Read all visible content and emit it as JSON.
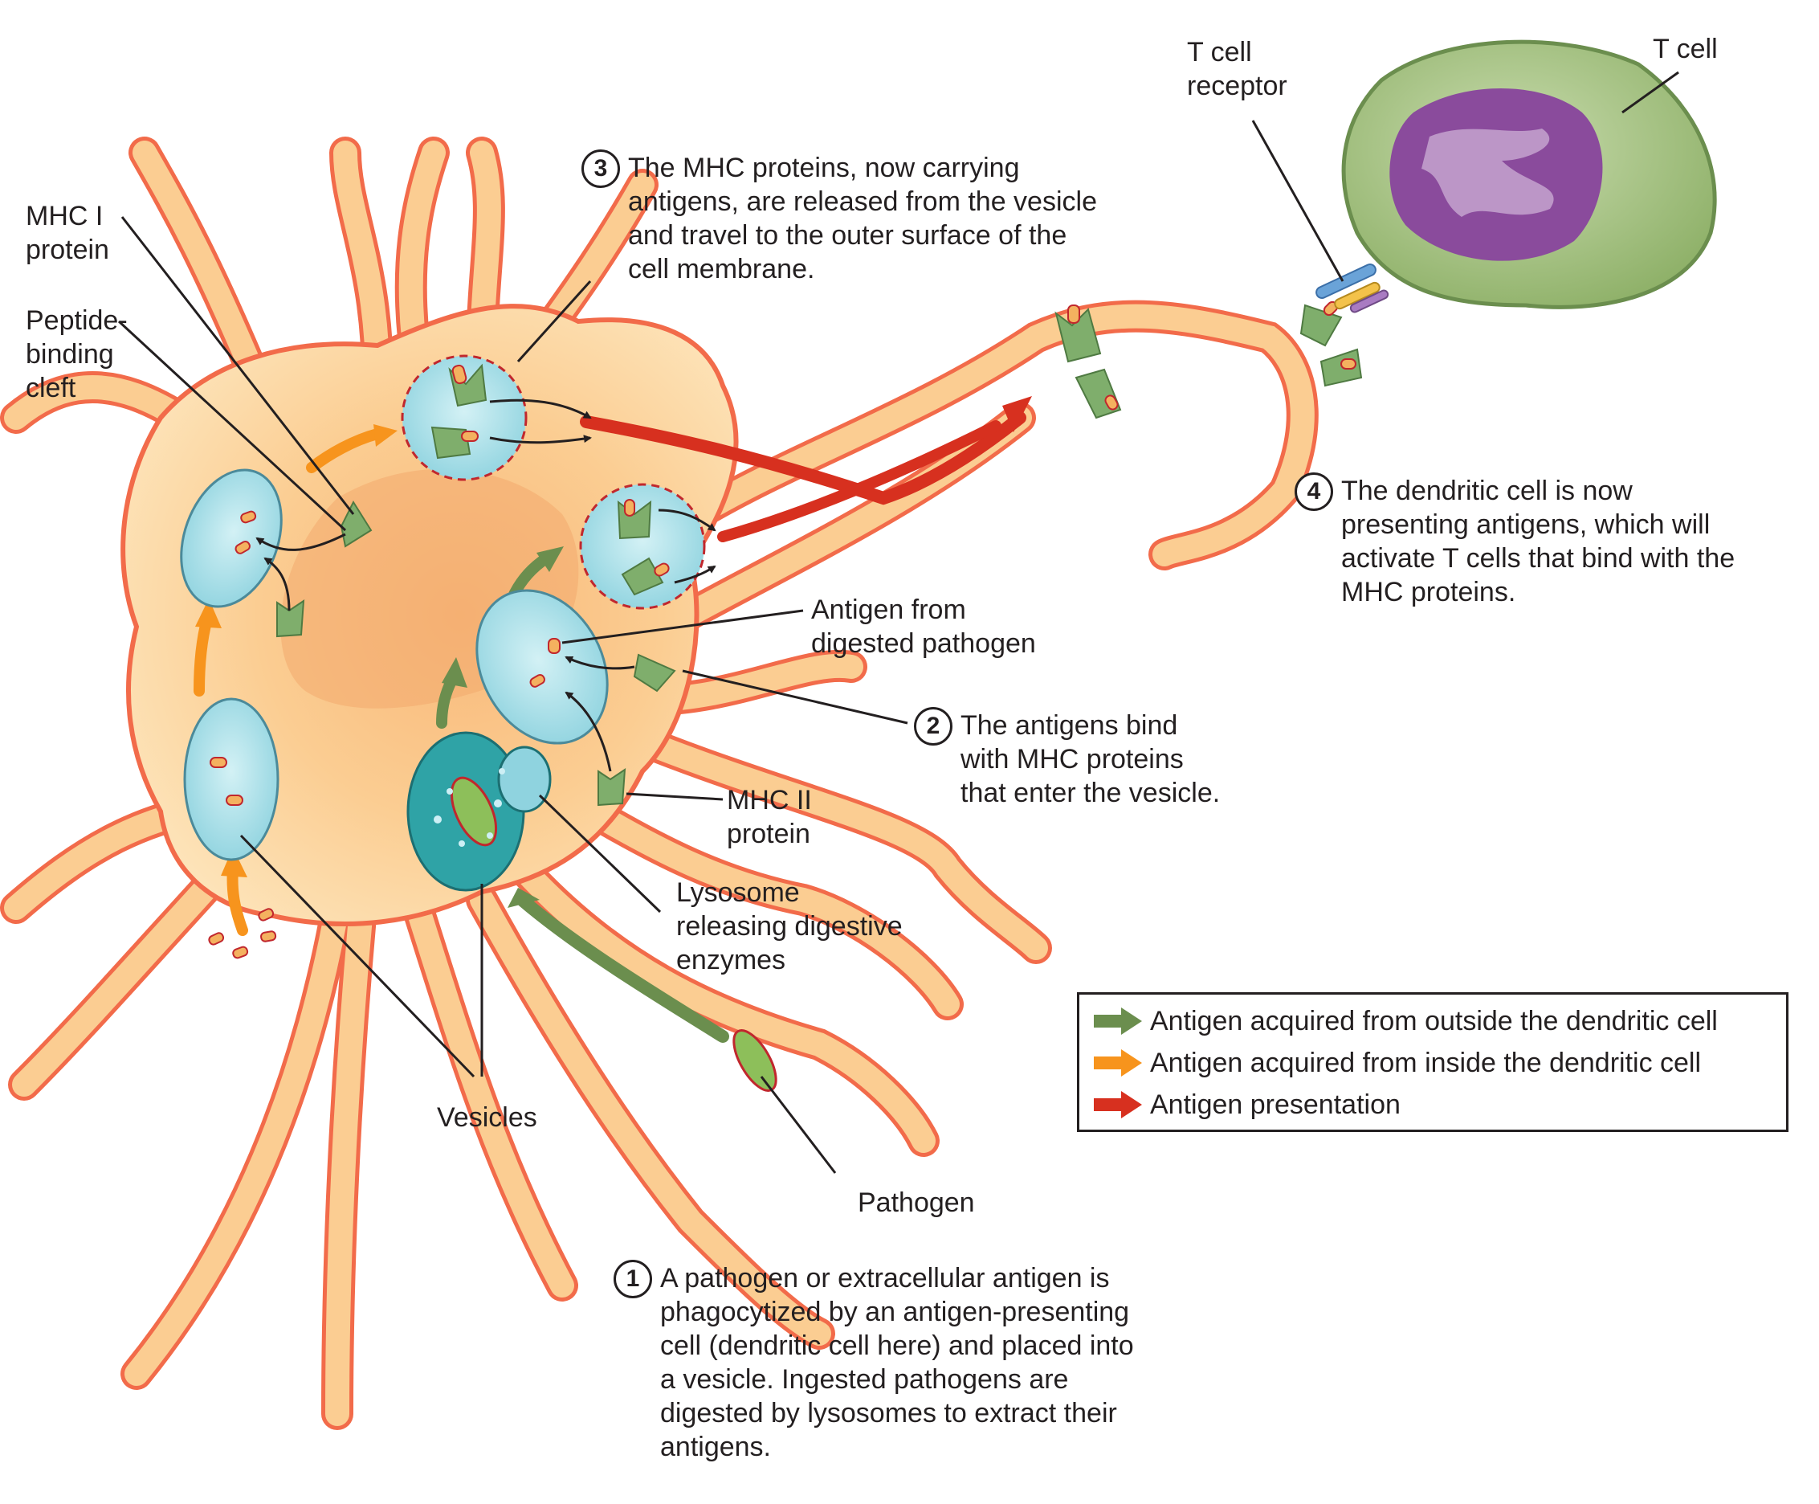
{
  "labels": {
    "mhc1": "MHC I\nprotein",
    "peptide_cleft": "Peptide-\nbinding\ncleft",
    "t_cell_receptor": "T cell\nreceptor",
    "t_cell": "T cell",
    "antigen_digested": "Antigen from\ndigested pathogen",
    "mhc2": "MHC II\nprotein",
    "lysosome": "Lysosome\nreleasing digestive\nenzymes",
    "vesicles": "Vesicles",
    "pathogen": "Pathogen"
  },
  "steps": [
    {
      "number": "1",
      "text": "A pathogen or extracellular antigen is\nphagocytized by an antigen-presenting\ncell (dendritic cell here) and placed into\na vesicle. Ingested pathogens are\ndigested by lysosomes to extract their\nantigens."
    },
    {
      "number": "2",
      "text": "The antigens bind\nwith MHC proteins\nthat enter the vesicle."
    },
    {
      "number": "3",
      "text": "The MHC proteins, now carrying\nantigens, are released from the vesicle\nand travel to the outer surface of the\ncell membrane."
    },
    {
      "number": "4",
      "text": "The dendritic cell is now\npresenting antigens, which will\nactivate T cells that bind with the\nMHC proteins."
    }
  ],
  "legend": [
    {
      "label": "Antigen acquired from outside the dendritic cell",
      "color": "#6b8e4e"
    },
    {
      "label": "Antigen acquired from inside the dendritic cell",
      "color": "#f7941d"
    },
    {
      "label": "Antigen presentation",
      "color": "#d7301f"
    }
  ],
  "colors": {
    "cell_fill": "#fcd9a0",
    "cell_outline": "#f26b4a",
    "vesicle_fill": "#a9dde7",
    "lysosome_fill": "#2fa3a6",
    "mhc_green": "#7fae6c",
    "t_cell_fill": "#a9c589",
    "nucleus_fill": "#8a4b9c"
  }
}
